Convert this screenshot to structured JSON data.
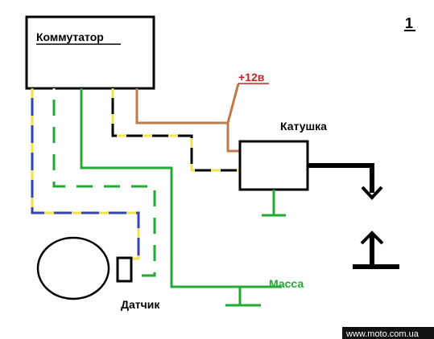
{
  "figure_number": "1",
  "labels": {
    "commutator": "Коммутатор",
    "plus12": "+12в",
    "coil": "Катушка",
    "ground": "Масса",
    "sensor": "Датчик"
  },
  "watermark": "www.moto.com.ua",
  "colors": {
    "outline": "#000000",
    "green": "#22aa33",
    "blue": "#3344aa",
    "yellow": "#f2e24a",
    "brown": "#c07a4a",
    "red": "#cc2222",
    "watermark_bg": "#111111"
  }
}
